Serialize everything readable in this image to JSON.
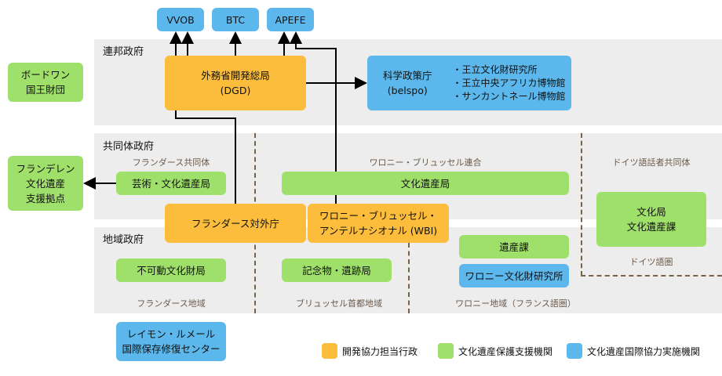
{
  "colors": {
    "dev_admin": "#fbbd3b",
    "heritage_support": "#9fe06b",
    "intl_coop": "#5cb8ec",
    "band": "#ededed",
    "sublabel": "#6b5a4a"
  },
  "levels": {
    "federal": "連邦政府",
    "community": "共同体政府",
    "regional": "地域政府"
  },
  "sublabels": {
    "flanders_community": "フランダース共同体",
    "wallonia_brussels": "ワロニー・ブリュッセル連合",
    "german_community": "ドイツ語話者共同体",
    "flanders_region": "フランダース地域",
    "brussels_region": "ブリュッセル首都地域",
    "wallonia_region": "ワロニー地域（フランス語圏）",
    "german_area": "ドイツ語圏"
  },
  "boxes": {
    "vvob": "VVOB",
    "btc": "BTC",
    "apefe": "APEFE",
    "dgd": {
      "line1": "外務省開発総局",
      "line2": "(DGD)"
    },
    "belspo": {
      "line1": "科学政策庁",
      "line2": "(belspo)",
      "items": [
        "・王立文化財研究所",
        "・王立中央アフリカ博物館",
        "・サンカントネール博物館"
      ]
    },
    "baudouin": {
      "line1": "ボードワン",
      "line2": "国王財団"
    },
    "flanders_heritage": {
      "line1": "フランデレン",
      "line2": "文化遺産",
      "line3": "支援拠点"
    },
    "arts_heritage": "芸術・文化遺産局",
    "heritage_bureau": "文化遺産局",
    "flanders_external": "フランダース対外庁",
    "wbi": {
      "line1": "ワロニー・ブリュッセル・",
      "line2": "アンテルナシオナル (WBI)"
    },
    "german_culture": {
      "line1": "文化局",
      "line2": "文化遺産課"
    },
    "immovable": "不可動文化財局",
    "monuments": "記念物・遺跡局",
    "heritage_section": "遺産課",
    "wallonia_institute": "ワロニー文化財研究所",
    "lemaire": {
      "line1": "レイモン・ルメール",
      "line2": "国際保存修復センター"
    }
  },
  "legend": [
    "開発協力担当行政",
    "文化遺産保護支援機関",
    "文化遺産国際協力実施機関"
  ]
}
